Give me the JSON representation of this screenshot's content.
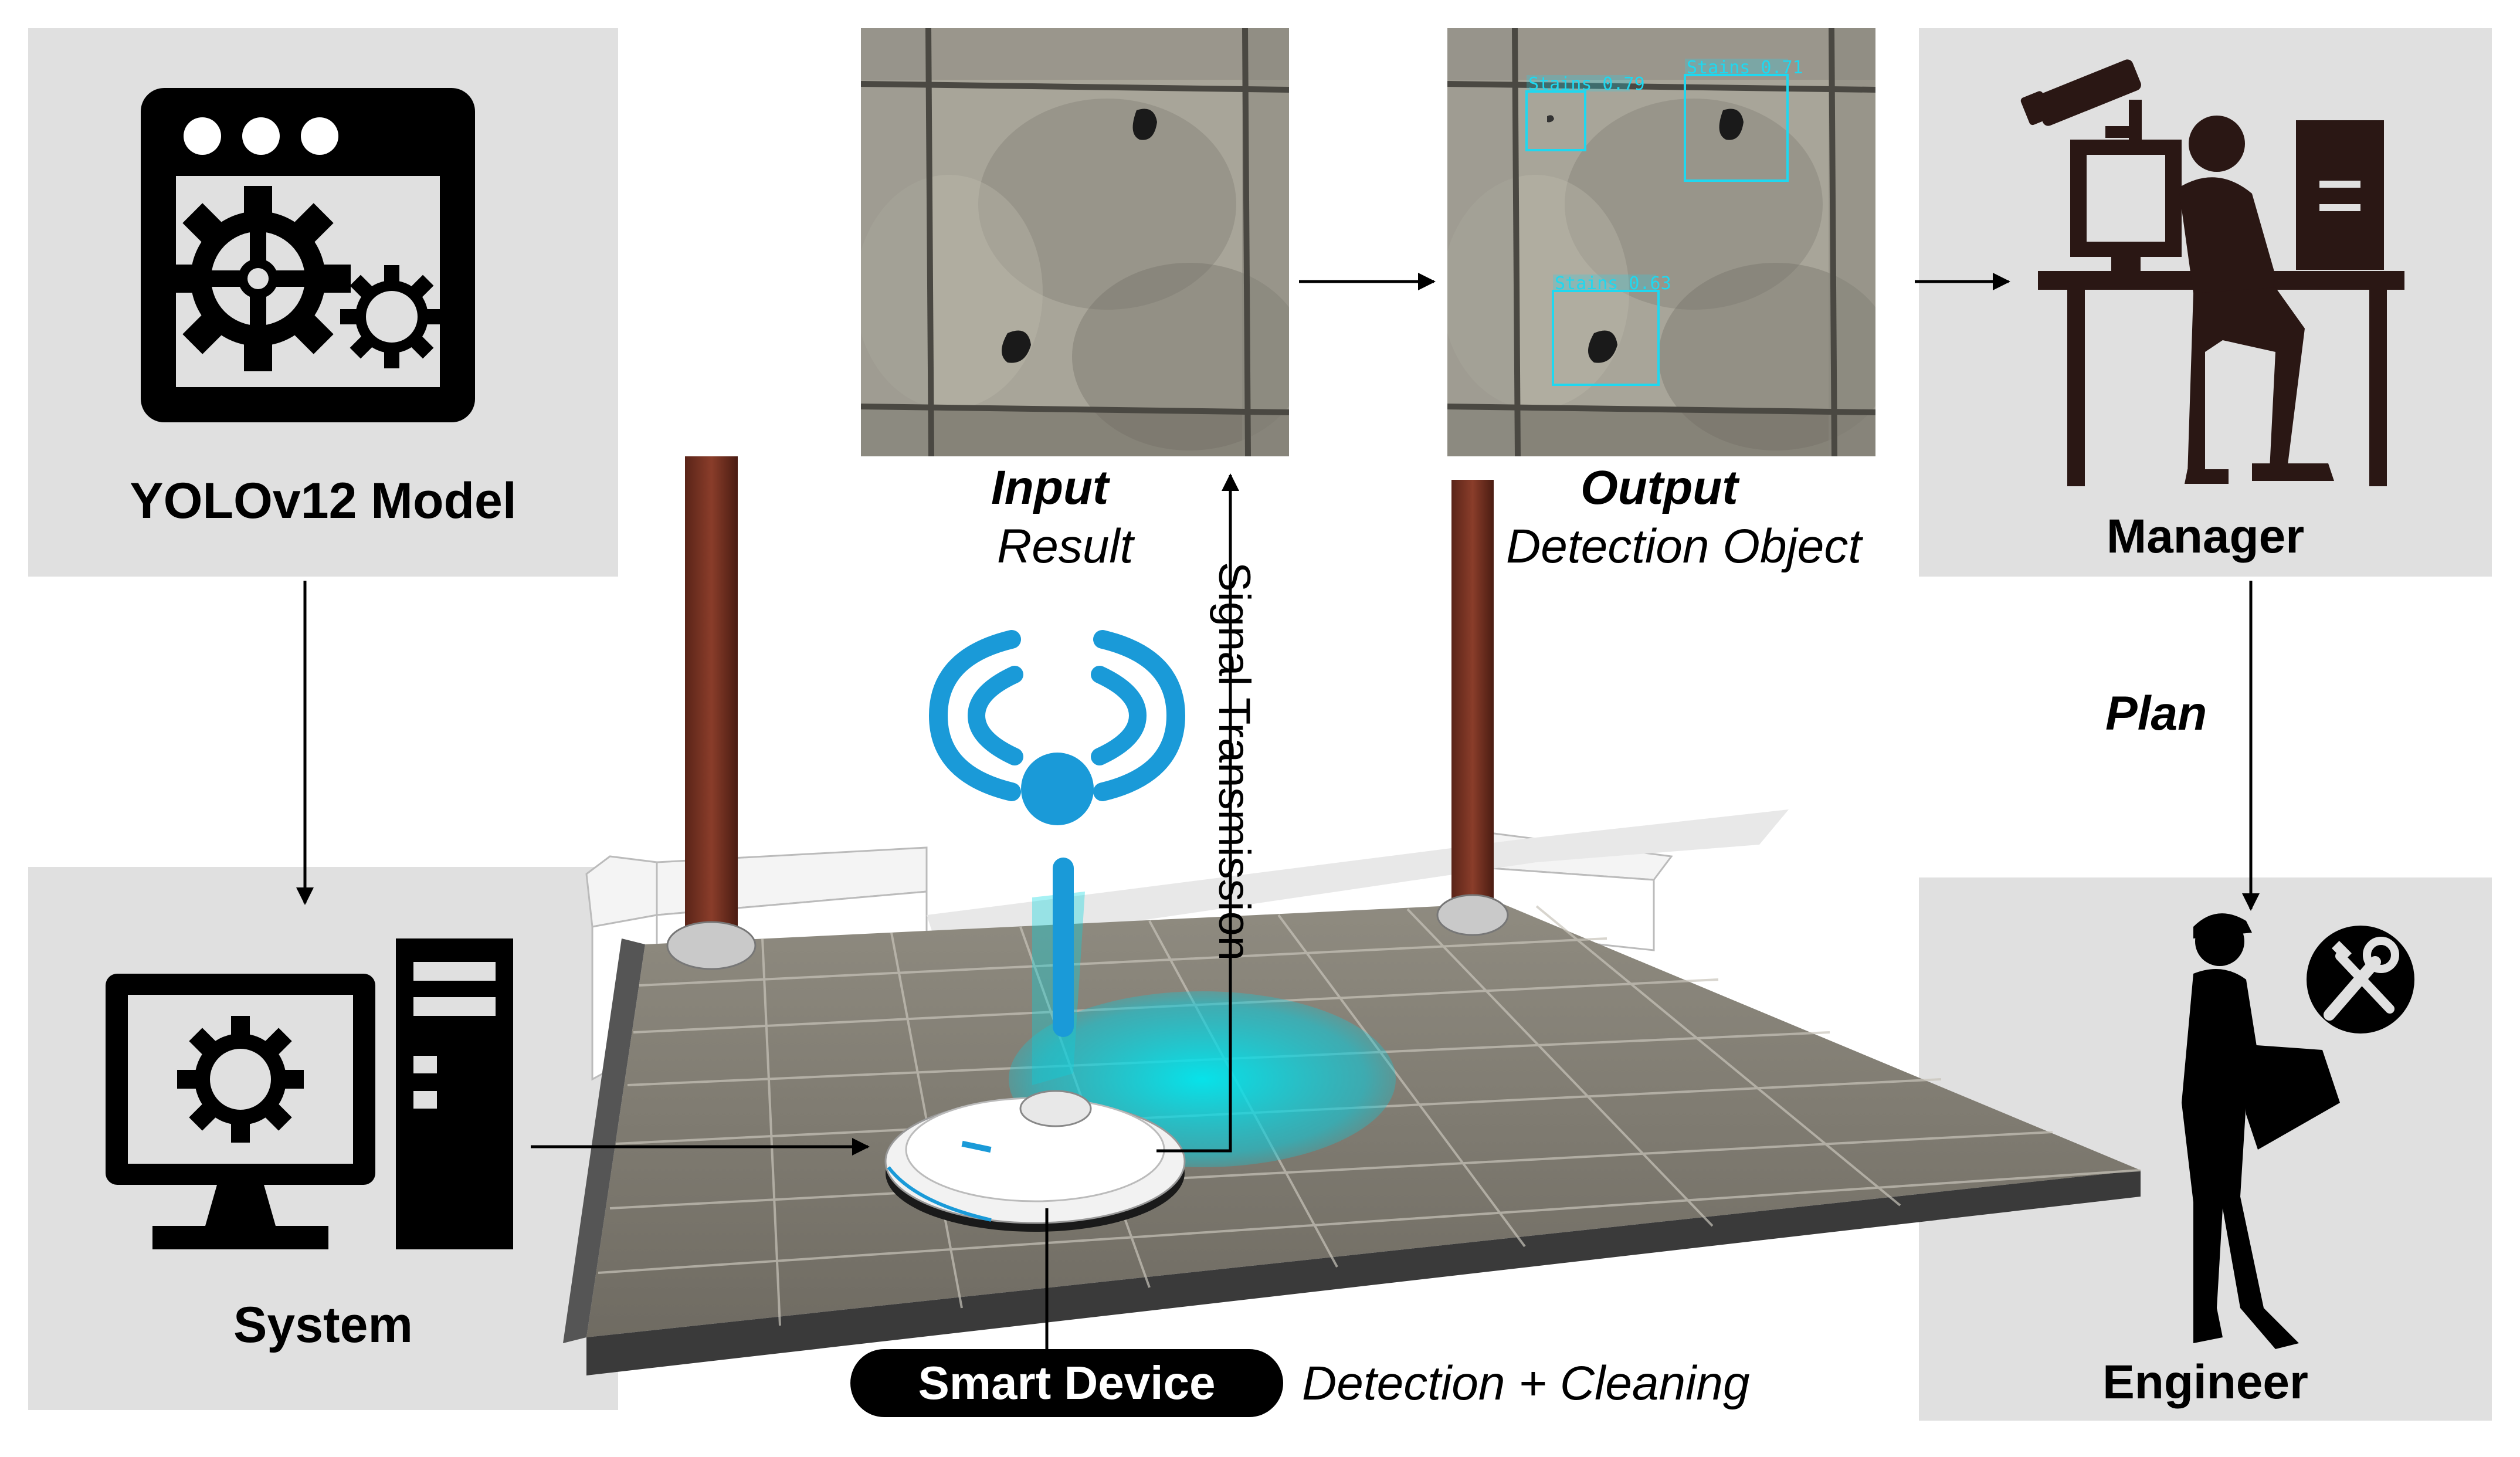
{
  "model": {
    "label": "YOLOv12 Model"
  },
  "system": {
    "label": "System"
  },
  "manager": {
    "label": "Manager"
  },
  "engineer": {
    "label": "Engineer"
  },
  "plan": {
    "label": "Plan"
  },
  "input": {
    "title": "Input",
    "subtitle": "Result"
  },
  "output": {
    "title": "Output",
    "subtitle": "Detection Object"
  },
  "signal": {
    "label": "Signal Transmission"
  },
  "device": {
    "label": "Smart Device",
    "action": "Detection + Cleaning"
  },
  "detections": [
    {
      "label": "Stains 0.79"
    },
    {
      "label": "Stains 0.71"
    },
    {
      "label": "Stains 0.63"
    }
  ],
  "colors": {
    "panel": "#e0e0e0",
    "accent": "#1a9ad8",
    "detection_box": "#1fd8f0",
    "pillar": "#7a3322",
    "scan": "#00e0e8"
  }
}
